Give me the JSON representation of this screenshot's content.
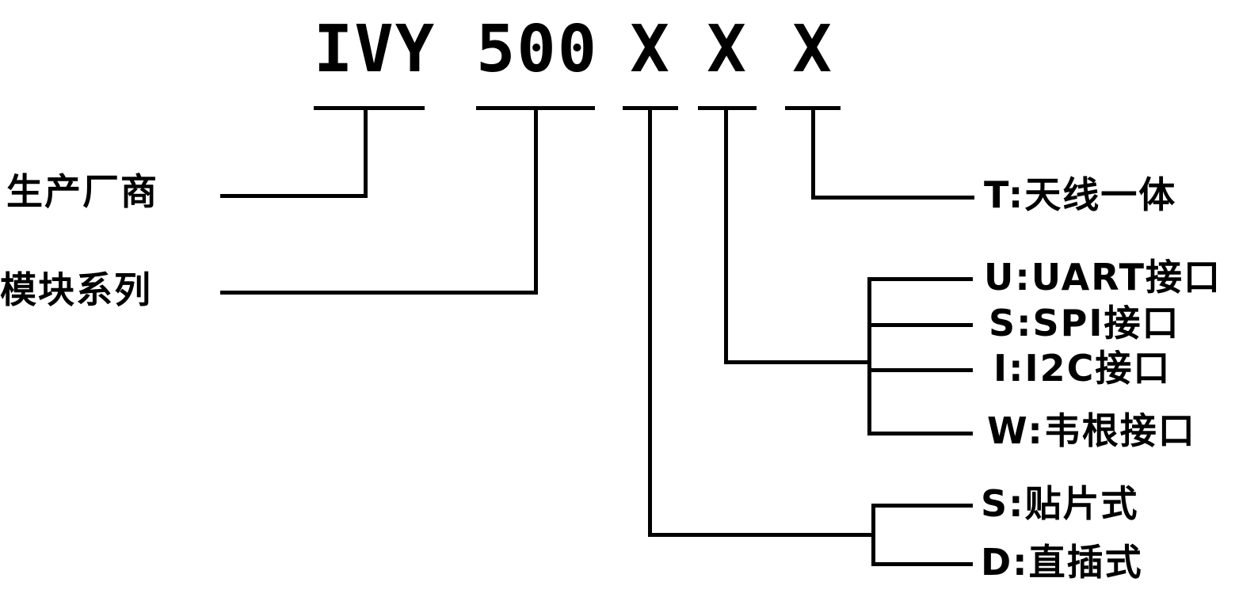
{
  "title": {
    "manufacturer_code": "IVY",
    "series_code": "500",
    "x1": "X",
    "x2": "X",
    "x3": "X"
  },
  "labels": {
    "manufacturer": "生产厂商",
    "module_series": "模块系列",
    "antenna": "T:天线一体",
    "interfaces": [
      "U:UART接口",
      "S:SPI接口",
      "I:I2C接口",
      "W:韦根接口"
    ],
    "package": [
      "S:贴片式",
      "D:直插式"
    ]
  }
}
